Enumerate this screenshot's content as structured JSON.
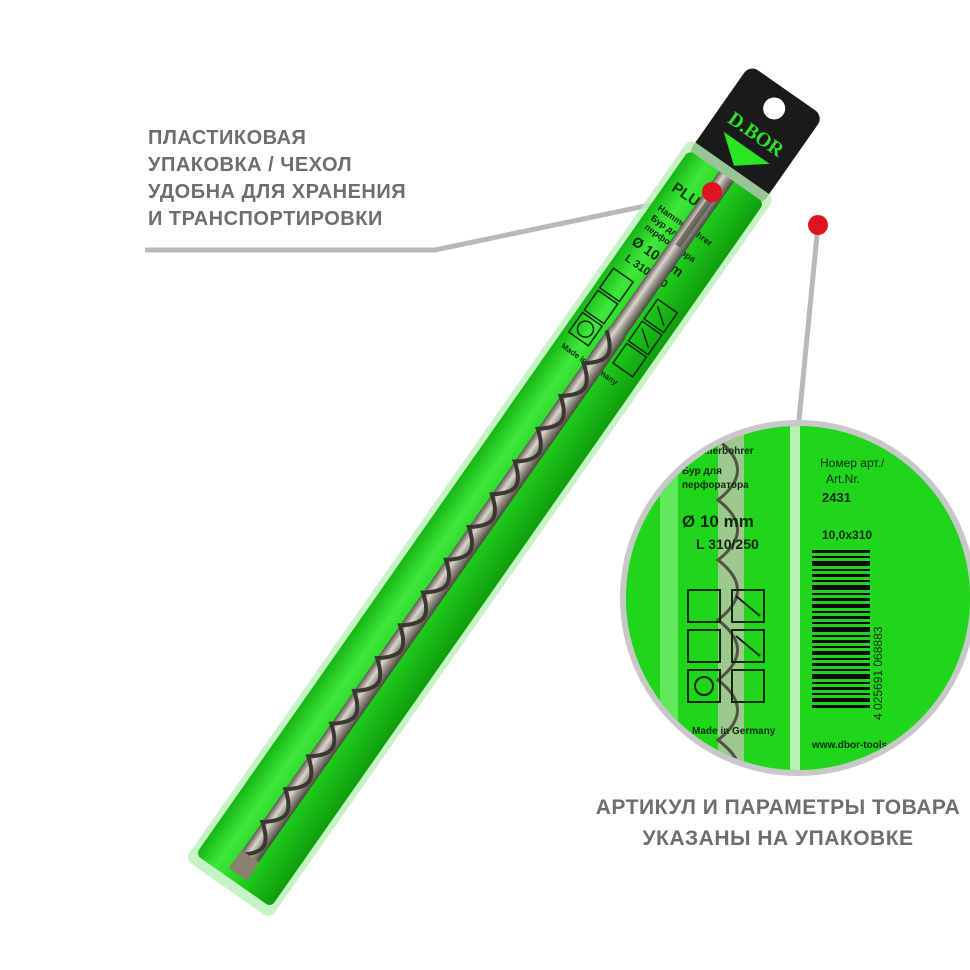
{
  "brand": {
    "logo": "D.BOR",
    "plus": "PLUS"
  },
  "caption_top": {
    "lines": [
      "ПЛАСТИКОВАЯ",
      "УПАКОВКА / ЧЕХОЛ",
      "УДОБНА ДЛЯ ХРАНЕНИЯ",
      "И ТРАНСПОРТИРОВКИ"
    ]
  },
  "caption_bottom": {
    "lines": [
      "АРТИКУЛ И ПАРАМЕТРЫ ТОВАРА",
      "УКАЗАНЫ НА УПАКОВКЕ"
    ]
  },
  "package_label": {
    "type_de": "Hammerbohrer",
    "type_ru_1": "Бур для",
    "type_ru_2": "перфоратора",
    "diameter": "Ø 10 mm",
    "length": "L 310/250",
    "made_in": "Made in Germany"
  },
  "article": {
    "label_ru": "Номер арт./",
    "label_de": "Art.Nr.",
    "number": "2431",
    "size": "10,0x310",
    "barcode": "4 025691 068883",
    "website": "www.dbor-tools"
  },
  "colors": {
    "package_green": "#1fd61a",
    "package_dark": "#0fa80f",
    "caption_gray": "#6e6e6e",
    "marker_red": "#e0141e",
    "leader_gray": "#b8b8b8"
  }
}
